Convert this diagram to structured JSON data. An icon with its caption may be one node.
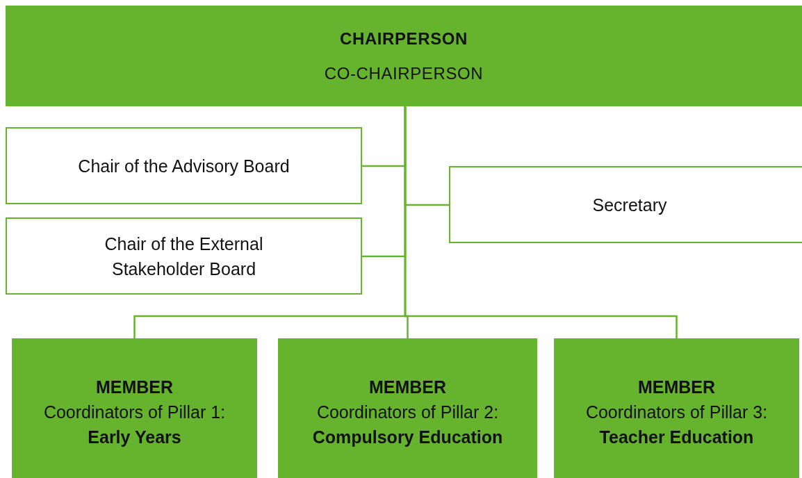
{
  "diagram": {
    "nodes": [
      {
        "text": [
          "CHAIRPERSON",
          "CO-CHAIRPERSON"
        ]
      },
      {
        "text": [
          "Chair of the Advisory Board"
        ]
      },
      {
        "text": [
          "Chair of the External Stakeholder Board"
        ]
      },
      {
        "text": [
          "Secretary"
        ]
      },
      {
        "text": [
          "MEMBER",
          "Coordinators of Pillar 1:",
          "Early Years"
        ]
      },
      {
        "text": [
          "MEMBER",
          "Coordinators of Pillar 2:",
          "Compulsory Education"
        ]
      },
      {
        "text": [
          "MEMBER",
          "Coordinators of Pillar 3:",
          "Teacher Education"
        ]
      }
    ],
    "edges": [
      {
        "from": 0,
        "to": 1,
        "arrow": "none"
      },
      {
        "from": 0,
        "to": 2,
        "arrow": "none"
      },
      {
        "from": 0,
        "to": 3,
        "arrow": "none"
      },
      {
        "from": 0,
        "to": 4,
        "arrow": "none"
      },
      {
        "from": 0,
        "to": 5,
        "arrow": "none"
      },
      {
        "from": 0,
        "to": 6,
        "arrow": "none"
      }
    ]
  }
}
